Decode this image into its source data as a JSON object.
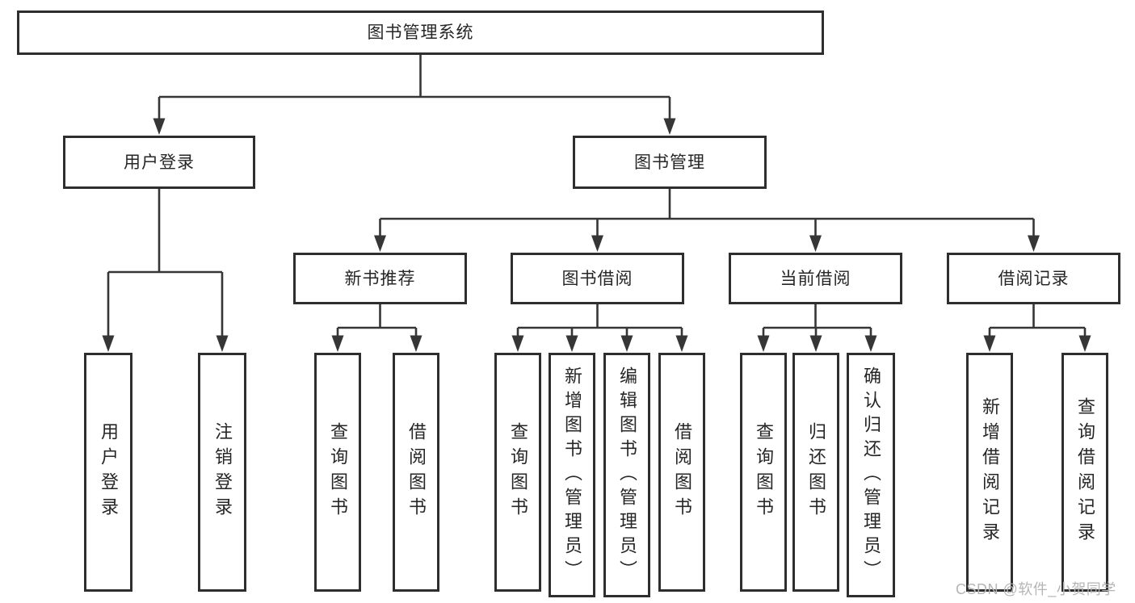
{
  "tree": {
    "root": {
      "label": "图书管理系统"
    },
    "branches": [
      {
        "label": "用户登录",
        "children": [
          {
            "label": "用户登录"
          },
          {
            "label": "注销登录"
          }
        ]
      },
      {
        "label": "图书管理",
        "children": [
          {
            "label": "新书推荐",
            "children": [
              {
                "label": "查询图书"
              },
              {
                "label": "借阅图书"
              }
            ]
          },
          {
            "label": "图书借阅",
            "children": [
              {
                "label": "查询图书"
              },
              {
                "label": "新增图书（管理员）"
              },
              {
                "label": "编辑图书（管理员）"
              },
              {
                "label": "借阅图书"
              }
            ]
          },
          {
            "label": "当前借阅",
            "children": [
              {
                "label": "查询图书"
              },
              {
                "label": "归还图书"
              },
              {
                "label": "确认归还（管理员）"
              }
            ]
          },
          {
            "label": "借阅记录",
            "children": [
              {
                "label": "新增借阅记录"
              },
              {
                "label": "查询借阅记录"
              }
            ]
          }
        ]
      }
    ]
  },
  "watermark": {
    "text": "CSDN @软件_小贺同学"
  },
  "colors": {
    "line": "#363636",
    "box_border": "#2e2e2e",
    "text": "#262626",
    "watermark": "#b5b5b5",
    "background": "#ffffff"
  }
}
